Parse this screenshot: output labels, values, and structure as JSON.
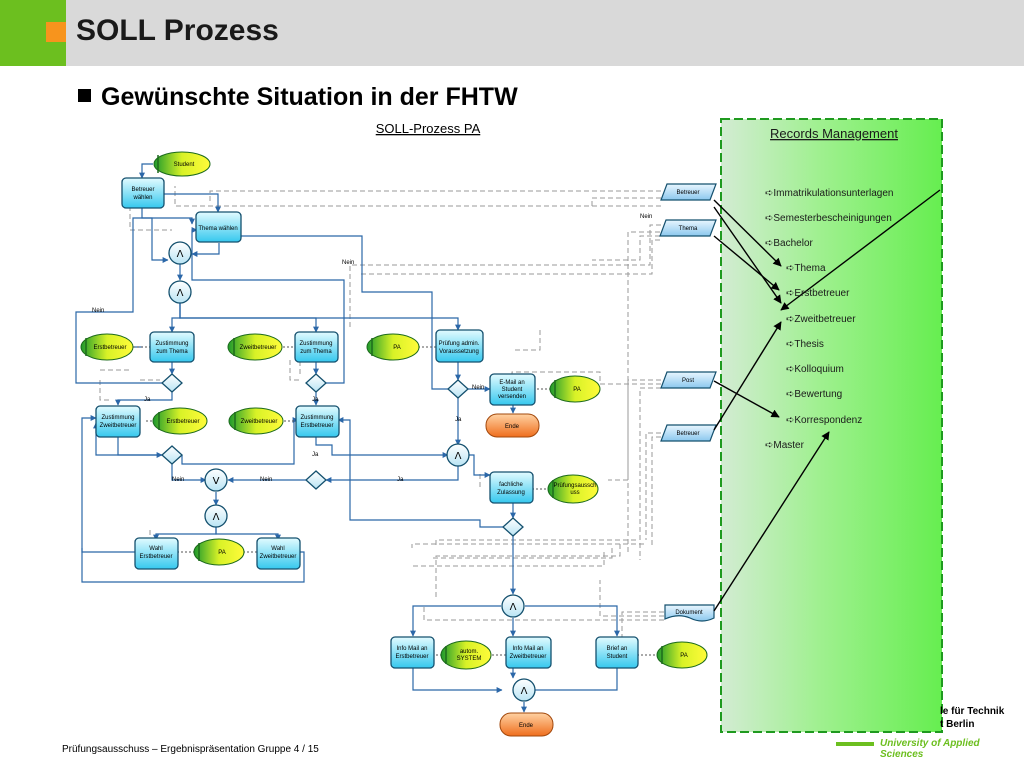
{
  "header": {
    "title": "SOLL Prozess"
  },
  "subtitle": "Gewünschte Situation in der FHTW",
  "diagram": {
    "title": "SOLL-Prozess PA",
    "nodes": {
      "student": "Student",
      "betreuer_waehlen": [
        "Betreuer",
        "wählen"
      ],
      "thema_waehlen": "Thema wählen",
      "erstbetreuer1": "Erstbetreuer",
      "zust_thema1": [
        "Zustimmung",
        "zum Thema"
      ],
      "zweitbetreuer1": "Zweitbetreuer",
      "zust_thema2": [
        "Zustimmung",
        "zum Thema"
      ],
      "pa1": "PA",
      "pruefung_admin": [
        "Prüfung admin.",
        "Voraussetzung"
      ],
      "email_student": [
        "E-Mail an",
        "Student",
        "versenden"
      ],
      "pa2": "PA",
      "ende1": "Ende",
      "zust_zweit": [
        "Zustimmung",
        "Zweitbetreuer"
      ],
      "erstbetreuer2": "Erstbetreuer",
      "zweitbetreuer2": "Zweitbetreuer",
      "zust_erst": [
        "Zustimmung",
        "Erstbetreuer"
      ],
      "fachliche": [
        "fachliche",
        "Zulassung"
      ],
      "pruefungsaus": [
        "Prüfungsaussch",
        "uss"
      ],
      "wahl_erst": [
        "Wahl",
        "Erstbetreuer"
      ],
      "pa3": "PA",
      "wahl_zweit": [
        "Wahl",
        "Zweitbetreuer"
      ],
      "info_erst": [
        "Info Mail an",
        "Erstbetreuer"
      ],
      "autom": [
        "autom.",
        "SYSTEM"
      ],
      "info_zweit": [
        "Info Mail an",
        "Zweitbetreuer"
      ],
      "brief": [
        "Brief an",
        "Student"
      ],
      "pa4": "PA",
      "ende2": "Ende"
    },
    "gateways": {
      "and": "Λ",
      "or": "V"
    },
    "edge_labels": {
      "nein1": "Nein",
      "nein2": "Nein",
      "nein3": "Nein",
      "ja1": "Ja",
      "nein4": "Nein",
      "ja2": "Ja",
      "ja3": "Ja",
      "nein5": "Nein",
      "nein6": "Nein",
      "ja4": "Ja",
      "ja5": "Ja"
    },
    "documents": {
      "betreuer1": "Betreuer",
      "thema": "Thema",
      "post": "Post",
      "betreuer2": "Betreuer",
      "dokument": "Dokument"
    },
    "records": {
      "title": "Records Management",
      "items": [
        "Immatrikulationsunterlagen",
        "Semesterbescheinigungen",
        "Bachelor",
        "Thema",
        "Erstbetreuer",
        "Zweitbetreuer",
        "Thesis",
        "Kolloquium",
        "Bewertung",
        "Korrespondenz",
        "Master"
      ],
      "marker": "➪"
    }
  },
  "footer": {
    "text": "Prüfungsausschuss – Ergebnispräsentation Gruppe 4  /  15",
    "logo_line1": "le für Technik",
    "logo_line2": "t Berlin",
    "university": "University of Applied Sciences"
  }
}
